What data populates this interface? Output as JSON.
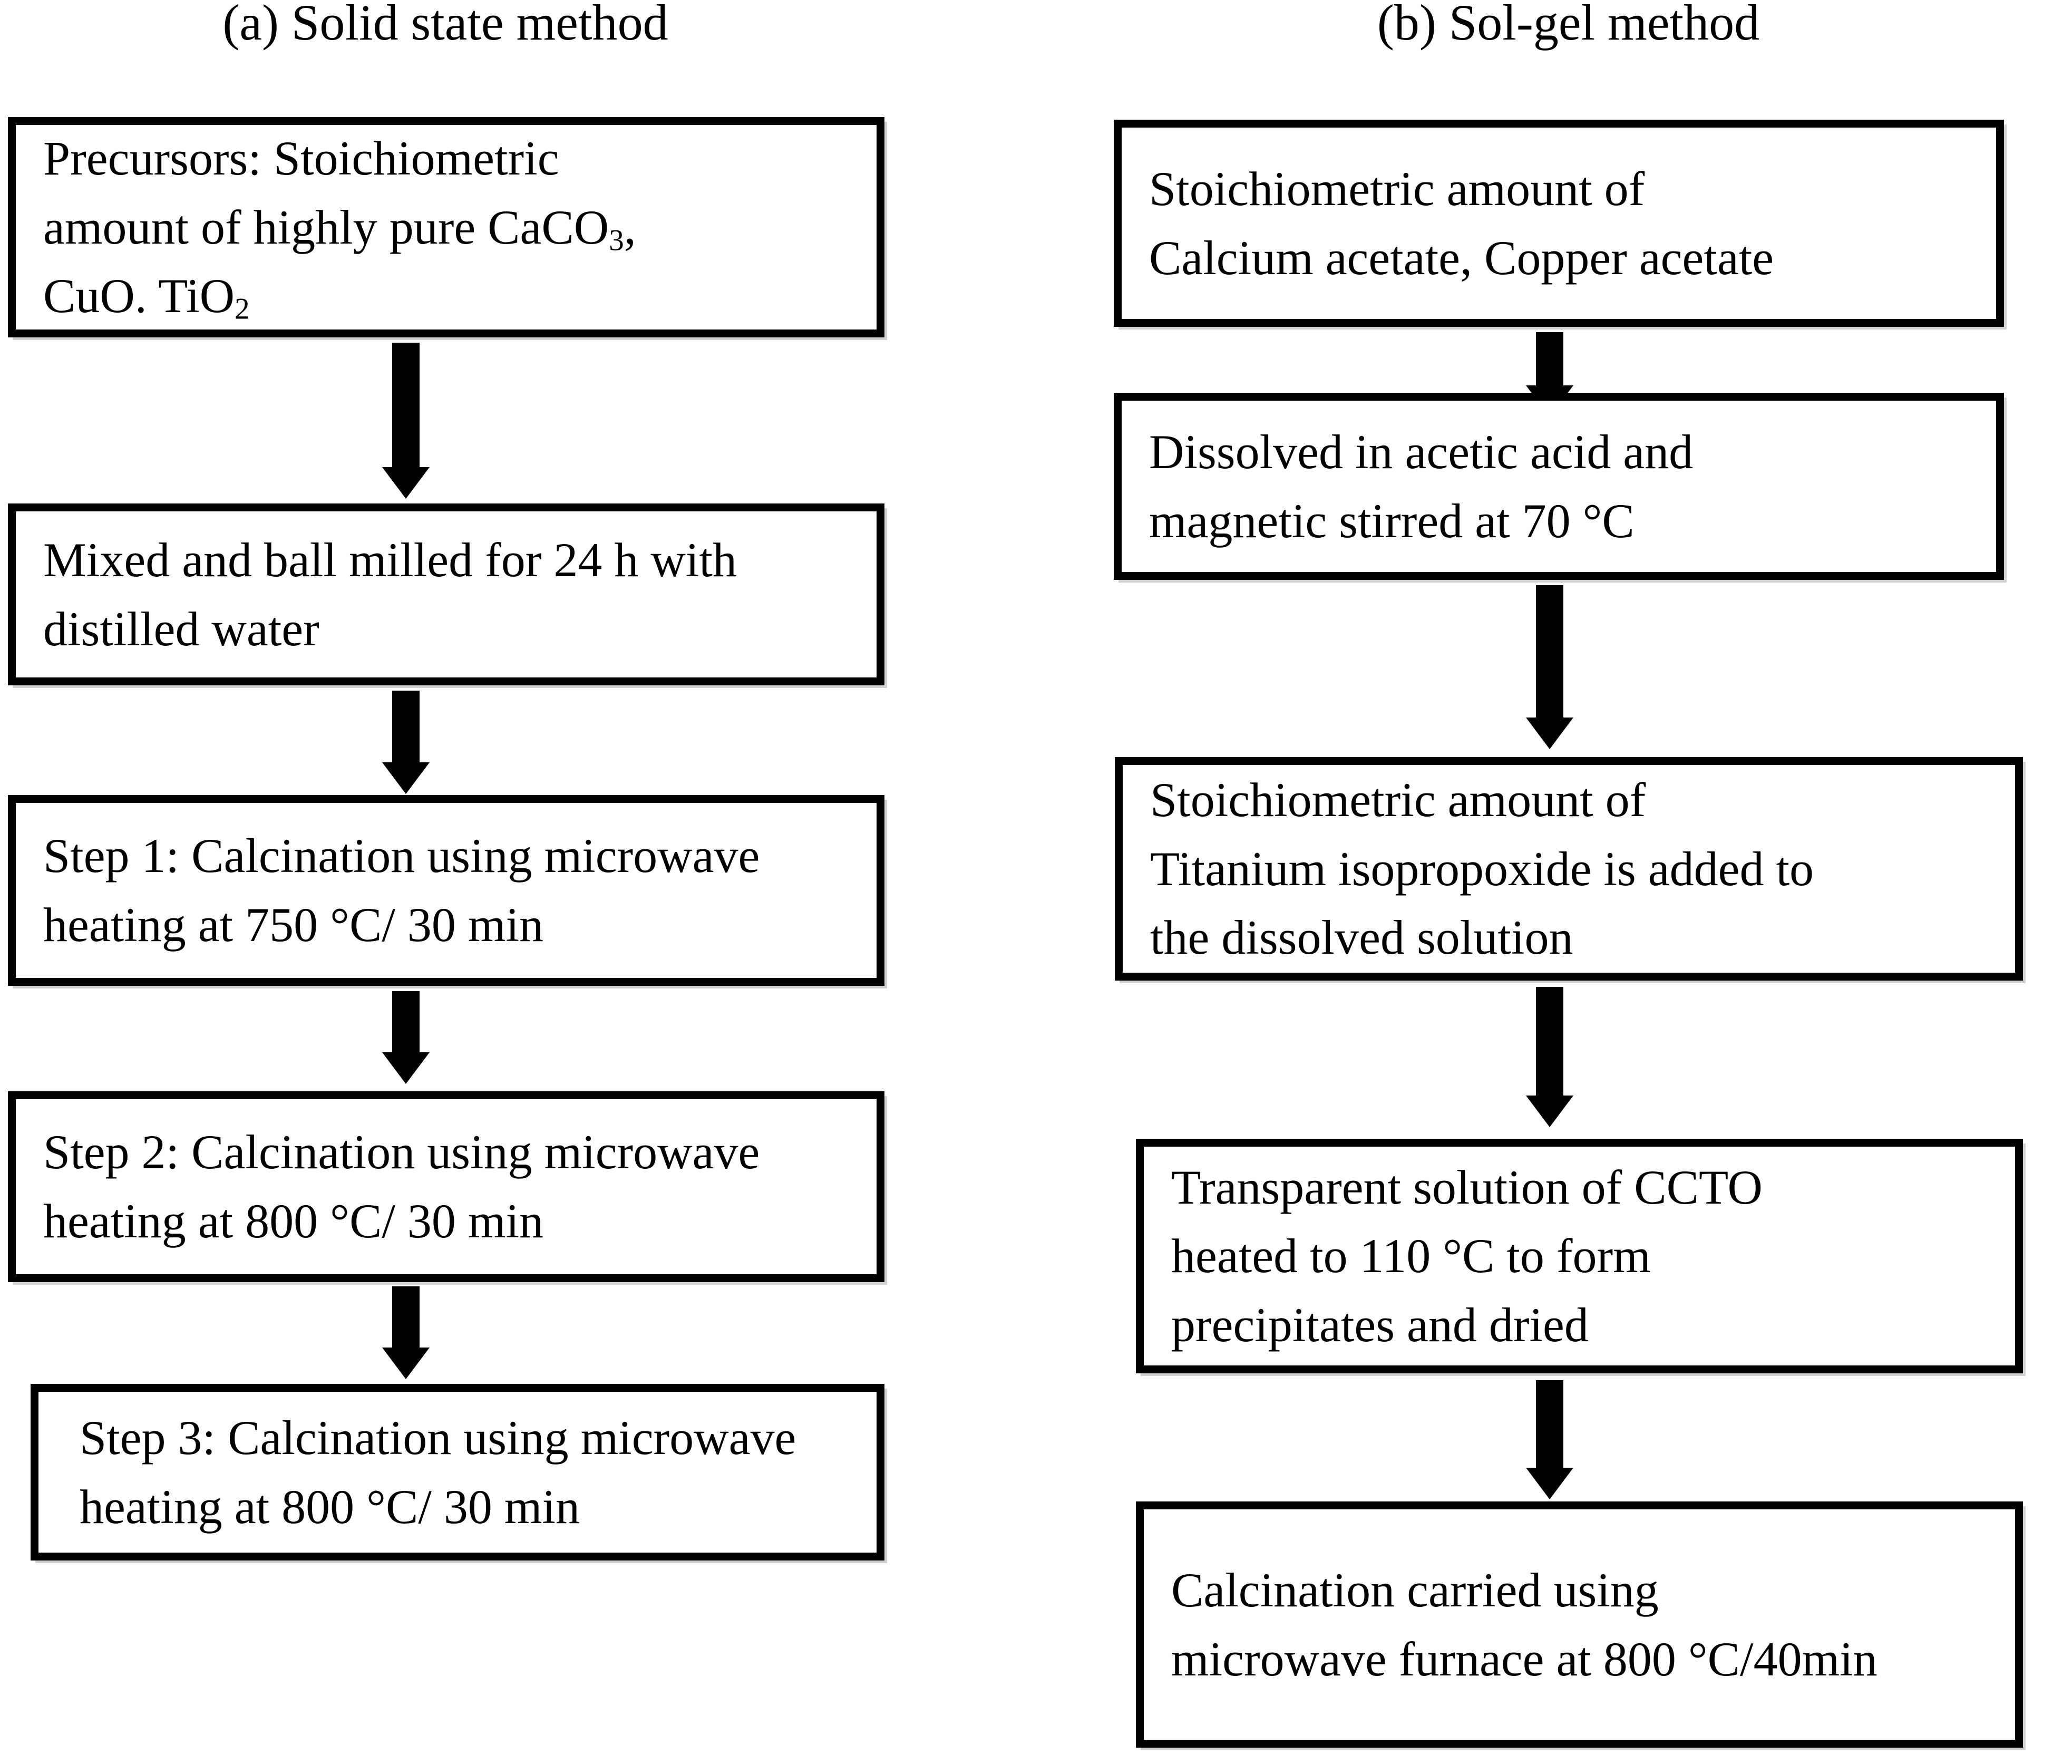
{
  "figure": {
    "type": "two-column-process-flowchart",
    "background_color": "#ffffff",
    "line_color": "#000000"
  },
  "columns": [
    {
      "id": "solid-state",
      "title": "(a) Solid state method",
      "steps": [
        {
          "id": "a1",
          "lines": [
            "Precursors: Stoichiometric",
            "amount of highly pure CaCO3,",
            "CuO. TiO2"
          ],
          "line1": "Precursors: Stoichiometric",
          "line2_pre": "amount of highly pure CaCO",
          "line2_sub": "3",
          "line2_post": ",",
          "line3_pre": "CuO. TiO",
          "line3_sub": "2",
          "line3_post": ""
        },
        {
          "id": "a2",
          "line1": "Mixed and ball milled for 24 h with",
          "line2": "distilled water"
        },
        {
          "id": "a3",
          "line1": "Step 1: Calcination using microwave",
          "line2": "heating at 750 °C/ 30 min"
        },
        {
          "id": "a4",
          "line1": "Step 2: Calcination using microwave",
          "line2": "heating at 800 °C/ 30 min"
        },
        {
          "id": "a5",
          "line1": "Step 3: Calcination using microwave",
          "line2": "heating at 800 °C/ 30 min"
        }
      ],
      "connector_count": 4
    },
    {
      "id": "sol-gel",
      "title": "(b) Sol-gel method",
      "steps": [
        {
          "id": "b1",
          "line1": "Stoichiometric amount of",
          "line2": "Calcium acetate, Copper acetate"
        },
        {
          "id": "b2",
          "line1": "Dissolved in acetic acid and",
          "line2": "magnetic stirred at 70 °C"
        },
        {
          "id": "b3",
          "line1": "Stoichiometric amount of",
          "line2": "Titanium isopropoxide is added to",
          "line3": "the dissolved solution"
        },
        {
          "id": "b4",
          "line1": "Transparent solution of CCTO",
          "line2": "heated to 110 °C to form",
          "line3": "precipitates and dried"
        },
        {
          "id": "b5",
          "line1": "Calcination carried using",
          "line2": "microwave furnace at 800 °C/40min"
        }
      ],
      "connector_count": 4
    }
  ]
}
